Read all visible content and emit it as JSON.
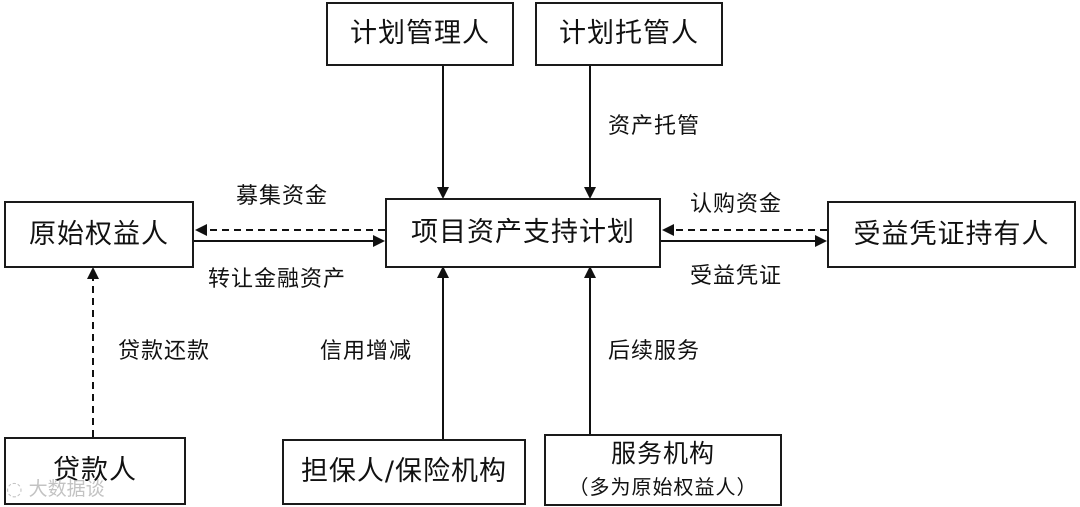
{
  "nodes": {
    "manager": "计划管理人",
    "custodian": "计划托管人",
    "originator": "原始权益人",
    "plan": "项目资产支持计划",
    "holder": "受益凭证持有人",
    "borrower": "贷款人",
    "guarantor": "担保人/保险机构",
    "servicer": "服务机构",
    "servicer_note": "（多为原始权益人）"
  },
  "edges": {
    "asset_custody": "资产托管",
    "raise_funds": "募集资金",
    "transfer_assets": "转让金融资产",
    "subscribe_funds": "认购资金",
    "beneficiary_cert": "受益凭证",
    "loan_repayment": "贷款还款",
    "credit_enhancement": "信用增减",
    "follow_up_service": "后续服务"
  },
  "watermark": "大数据谈"
}
